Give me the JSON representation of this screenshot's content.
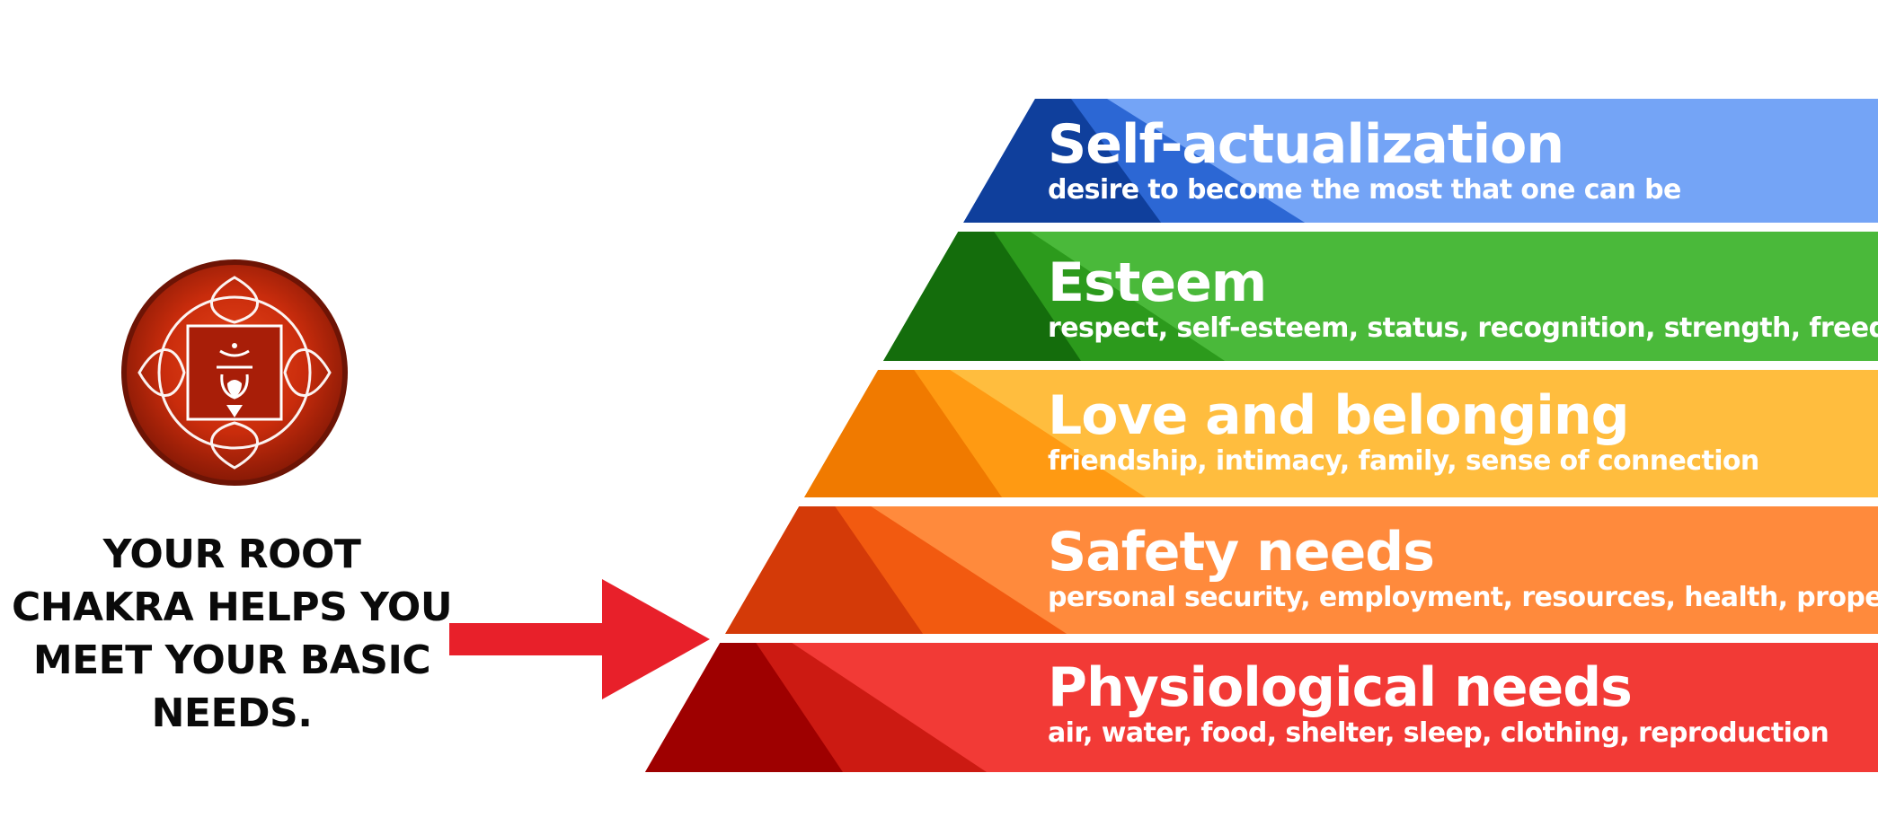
{
  "caption": {
    "lines": [
      "YOUR ROOT",
      "CHAKRA HELPS YOU",
      "MEET YOUR BASIC",
      "NEEDS."
    ]
  },
  "chakra_symbol": {
    "name": "root-chakra-icon",
    "glyph": "लं",
    "colors": {
      "outer": "#d83a12",
      "inner": "#a81e08",
      "line": "#ffffff",
      "ring": "#6d1405"
    }
  },
  "arrow": {
    "color": "#e8202a"
  },
  "pyramid": {
    "levels": [
      {
        "title": "Self-actualization",
        "description": "desire to become the most that one can be",
        "color_dark": "#0f3f9c",
        "color_mid": "#2c67d4",
        "color_light": "#74a4f6"
      },
      {
        "title": "Esteem",
        "description": "respect, self-esteem, status, recognition, strength, freedom",
        "color_dark": "#146d0c",
        "color_mid": "#2c9a1c",
        "color_light": "#4ab93a"
      },
      {
        "title": "Love and belonging",
        "description": "friendship, intimacy, family, sense of connection",
        "color_dark": "#f07a00",
        "color_mid": "#ff9a12",
        "color_light": "#ffbd3e"
      },
      {
        "title": "Safety needs",
        "description": "personal security, employment, resources, health, property",
        "color_dark": "#d43a08",
        "color_mid": "#f25a10",
        "color_light": "#ff8a3c"
      },
      {
        "title": "Physiological needs",
        "description": "air, water, food, shelter, sleep, clothing, reproduction",
        "color_dark": "#9e0000",
        "color_mid": "#cc1a12",
        "color_light": "#f23a36"
      }
    ]
  }
}
